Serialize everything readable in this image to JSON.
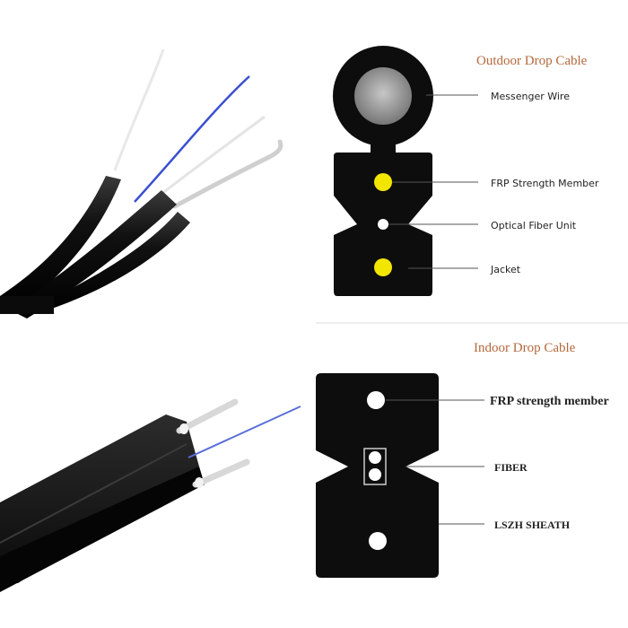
{
  "colors": {
    "title": "#b4693c",
    "jacket": "#0d0d0d",
    "frp_yellow": "#f2e600",
    "fiber_white": "#ffffff",
    "fiber_blue": "#3a4fd0",
    "leader": "#555555",
    "divider": "#dddddd",
    "messenger_grey": "#9a9a9a"
  },
  "outdoor": {
    "title": "Outdoor Drop Cable",
    "labels": {
      "messenger": "Messenger Wire",
      "frp": "FRP Strength Member",
      "fiber": "Optical Fiber Unit",
      "jacket": "Jacket"
    }
  },
  "indoor": {
    "title": "Indoor Drop Cable",
    "labels": {
      "frp": "FRP strength member",
      "fiber": "FIBER",
      "sheath": "LSZH SHEATH"
    }
  }
}
